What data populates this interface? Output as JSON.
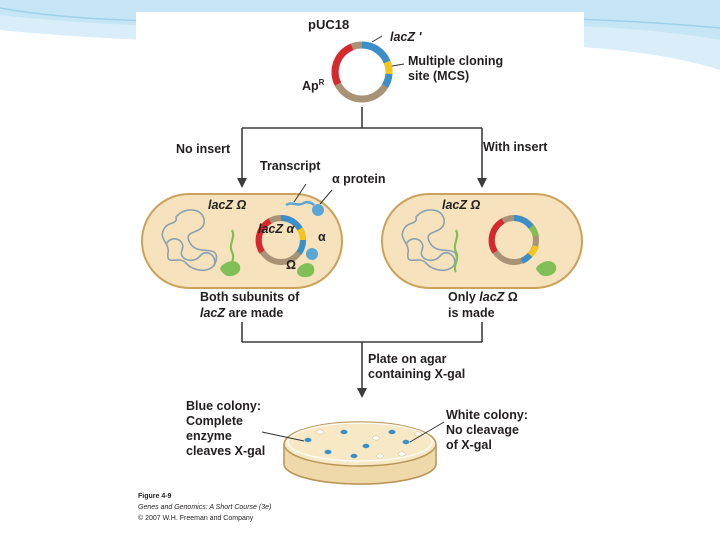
{
  "plasmid": {
    "name": "pUC18",
    "lacz_prime": "lacZ '",
    "apr": "Ap",
    "apr_sup": "R",
    "mcs": [
      "Multiple cloning",
      "site (MCS)"
    ]
  },
  "branches": {
    "no_insert": "No insert",
    "with_insert": "With insert"
  },
  "left_cell": {
    "transcript": "Transcript",
    "alpha_protein": "α protein",
    "lacz_omega": "lacZ Ω",
    "lacz_alpha": "lacZ α",
    "alpha": "α",
    "omega": "Ω"
  },
  "right_cell": {
    "lacz_omega": "lacZ Ω"
  },
  "results": {
    "left": [
      "Both subunits of",
      "lacZ are made"
    ],
    "right": [
      "Only lacZ Ω",
      "is made"
    ]
  },
  "plate": {
    "instruction": [
      "Plate on agar",
      "containing X-gal"
    ]
  },
  "colonies": {
    "blue": [
      "Blue colony:",
      "Complete",
      "enzyme",
      "cleaves X-gal"
    ],
    "white": [
      "White colony:",
      "No cleavage",
      "of X-gal"
    ]
  },
  "caption": {
    "figure": "Figure 4-9",
    "book": "Genes and Genomics: A Short Course (3e)",
    "copyright": "© 2007 W.H. Freeman and Company"
  },
  "colors": {
    "red": "#d7282f",
    "blue": "#3a8fc9",
    "tan": "#a89377",
    "yellow": "#f5c518",
    "cell": "#f6e3bd",
    "cell_edge": "#c9a25b",
    "green": "#7fbf55",
    "arrow": "#3d3d3d"
  }
}
